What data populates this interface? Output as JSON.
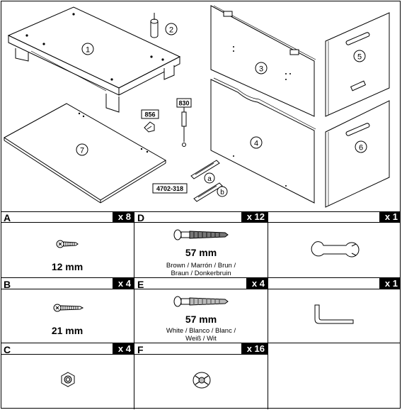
{
  "parts": {
    "p1": "1",
    "p2": "2",
    "p3": "3",
    "p4": "4",
    "p5": "5",
    "p6": "6",
    "p7": "7",
    "code_856": "856",
    "code_830": "830",
    "code_4702": "4702-318",
    "sub_a": "a",
    "sub_b": "b"
  },
  "hardware": [
    {
      "letter": "A",
      "qty": "x 8",
      "size": "12 mm",
      "icon": "screw-short-icon"
    },
    {
      "letter": "D",
      "qty": "x 12",
      "size": "57 mm",
      "color_line1": "Brown / Marrón / Brun /",
      "color_line2": "Braun / Donkerbruin",
      "icon": "cam-bolt-brown-icon"
    },
    {
      "letter": "",
      "qty": "x 1",
      "icon": "wrench-icon"
    },
    {
      "letter": "B",
      "qty": "x 4",
      "size": "21 mm",
      "icon": "screw-long-icon"
    },
    {
      "letter": "E",
      "qty": "x 4",
      "size": "57 mm",
      "color_line1": "White / Blanco / Blanc /",
      "color_line2": "Weiß / Wit",
      "icon": "cam-bolt-white-icon"
    },
    {
      "letter": "",
      "qty": "x 1",
      "icon": "allen-key-icon"
    },
    {
      "letter": "C",
      "qty": "x 4",
      "icon": "hex-nut-icon"
    },
    {
      "letter": "F",
      "qty": "x 16",
      "icon": "barrel-nut-icon"
    }
  ]
}
